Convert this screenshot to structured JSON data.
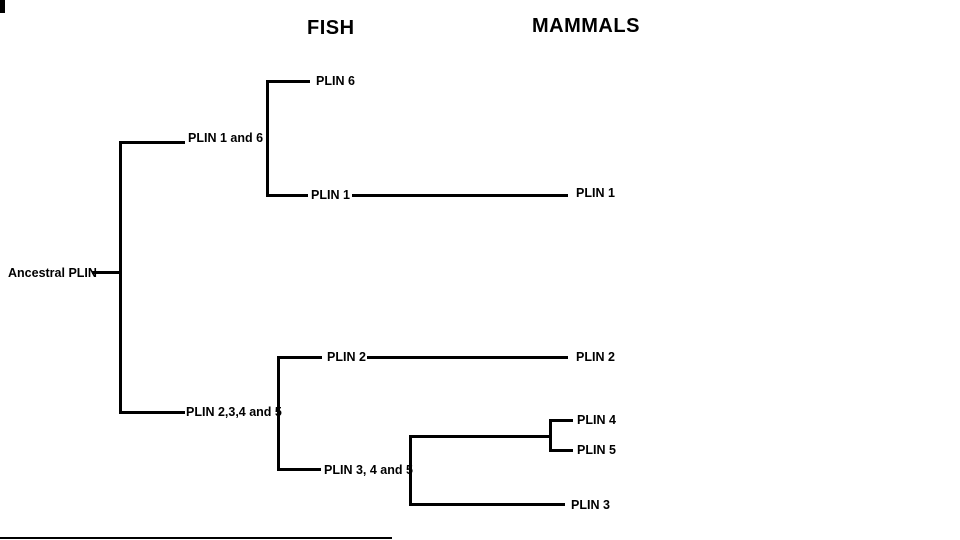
{
  "headers": {
    "fish": "FISH",
    "mammals": "MAMMALS"
  },
  "labels": {
    "ancestral": "Ancestral PLIN",
    "plin_1_and_6": "PLIN 1 and 6",
    "plin_6": "PLIN 6",
    "plin_1_fish": "PLIN 1",
    "plin_1_mammal": "PLIN 1",
    "plin_2_3_4_and_5": "PLIN 2,3,4 and 5",
    "plin_2_fish": "PLIN 2",
    "plin_2_mammal": "PLIN 2",
    "plin_3_4_and_5": "PLIN 3, 4 and 5",
    "plin_4": "PLIN 4",
    "plin_5": "PLIN 5",
    "plin_3": "PLIN 3"
  },
  "colors": {
    "line": "#000000",
    "background": "#ffffff",
    "text": "#000000"
  }
}
